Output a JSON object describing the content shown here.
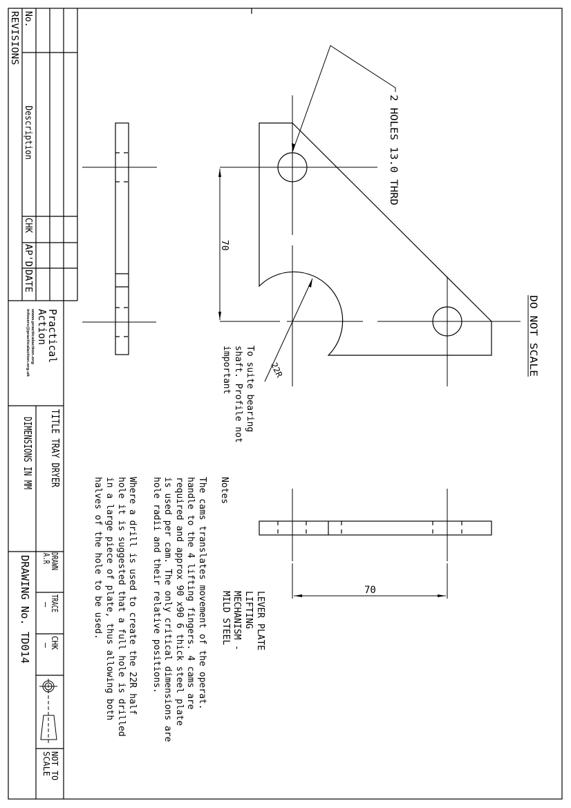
{
  "revisions": {
    "title": "REVISIONS",
    "col_no": "No.",
    "col_description": "Description",
    "col_chk": "CHK",
    "col_apd": "AP'D",
    "col_date": "DATE"
  },
  "logo": {
    "line1": "Practical",
    "line2": "Action",
    "web": "www.practicalaction.org",
    "email": "infoserv@practicalaction.org.uk"
  },
  "title_block": {
    "title": "TITLE TRAY DRYER",
    "units": "DIMENSIONS IN MM",
    "drawing_no": "DRAWING No. TD014",
    "drawn_label": "DRAWN",
    "drawn_value": "A.R",
    "trace_label": "TRACE",
    "trace_value": "–",
    "chk_label": "CHK",
    "chk_value": "–",
    "scale_line1": "NOT TO",
    "scale_line2": "SCALE",
    "projection_icon": "third-angle-projection-icon"
  },
  "drawing": {
    "do_not_scale": "DO NOT SCALE",
    "holes_callout": "2 HOLES 13.0 THRD",
    "dim_vertical": "70",
    "dim_horizontal": "70",
    "radius_label": "22R",
    "profile_note": [
      "To suite bearing",
      "shaft. Profile not",
      "important"
    ],
    "part_label": [
      "LEVER PLATE",
      "LIFTING",
      "MECHANISM -",
      "MILD STEEL"
    ]
  },
  "notes": {
    "heading": "Notes",
    "para1": [
      "The cams translates movement of the operat.",
      "handle to the 4 lifting fingers. 4 cams are",
      "required and approx 90 x90 6 thick steel plate",
      "is used per cam. The only critical dimensions are",
      "hole radii and their relative positions."
    ],
    "para2": [
      "Where a drill is used to create the 22R half",
      "hole it is suggested that a full hole is drilled",
      "in a large piece of plate, thus allowing both",
      "halves of the hole to be used."
    ]
  }
}
